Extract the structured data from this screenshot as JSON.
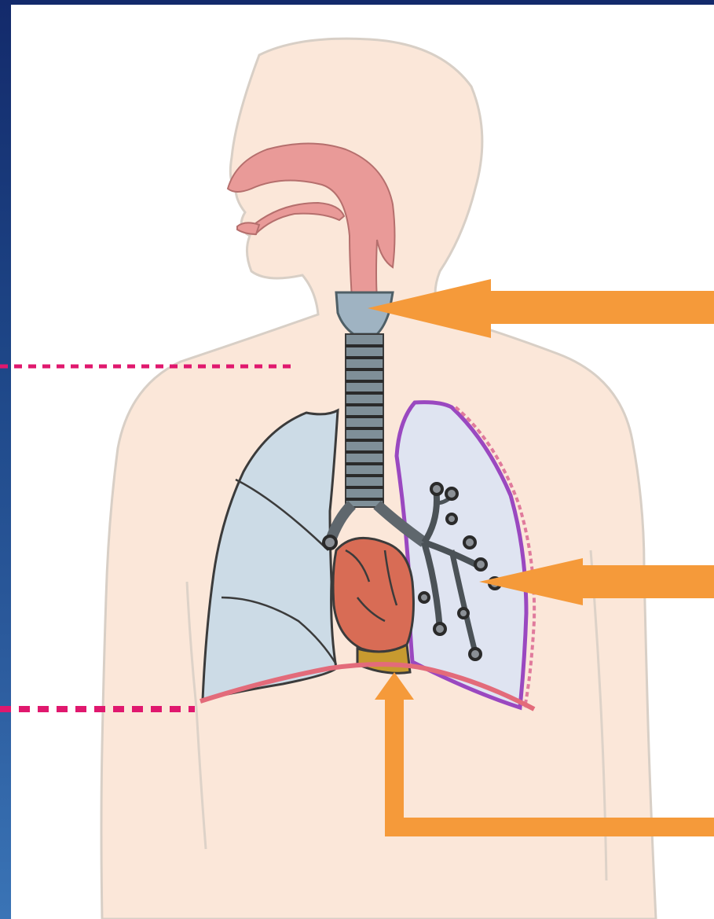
{
  "diagram": {
    "colors": {
      "background": "#1f3f86",
      "panel": "#ffffff",
      "skin": "#fbe7d9",
      "skin_outline": "#d8cfc6",
      "nasal_passage": "#e99a98",
      "lung": "#ccdbe6",
      "lung_outline": "#3b3b3b",
      "left_lung_border": "#9a48c0",
      "pleura": "#e07a9c",
      "trachea": "#4f5f66",
      "heart": "#d86c55",
      "heart_base": "#c79a2f",
      "diaphragm": "#e36b7a",
      "arrow": "#f59a3a",
      "dotted_leader": "#e0186e"
    },
    "arrows": [
      {
        "name": "larynx-pointer",
        "points_to": "larynx",
        "icon": "arrow-left-icon"
      },
      {
        "name": "bronchi-pointer",
        "points_to": "bronchial-tree",
        "icon": "arrow-left-icon"
      },
      {
        "name": "heart-pointer",
        "points_to": "heart-base",
        "icon": "arrow-up-icon"
      }
    ],
    "leaders": [
      {
        "name": "upper-leader",
        "style": "dotted"
      },
      {
        "name": "lower-leader",
        "style": "dotted"
      }
    ]
  }
}
